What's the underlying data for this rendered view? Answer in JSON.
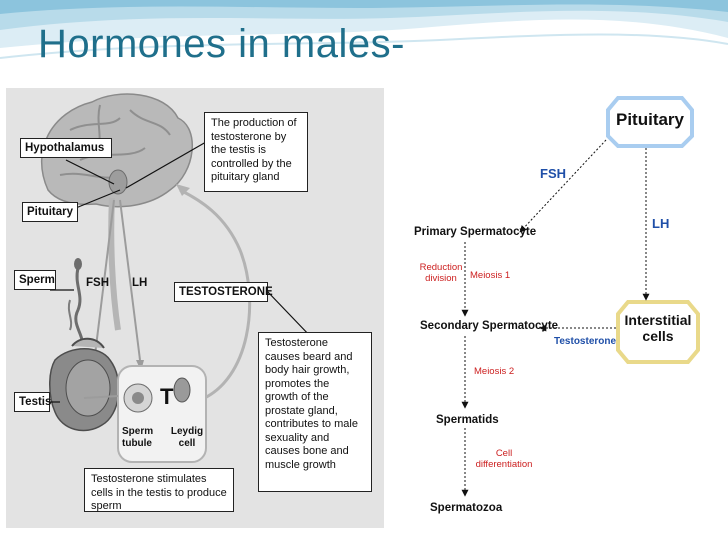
{
  "title": "Hormones in males-",
  "left_diagram": {
    "labels": {
      "hypothalamus": "Hypothalamus",
      "pituitary": "Pituitary",
      "sperm": "Sperm",
      "testis": "Testis",
      "fsh": "FSH",
      "lh": "LH",
      "testosterone": "TESTOSTERONE",
      "t_symbol": "T",
      "sperm_tubule": "Sperm tubule",
      "leydig_cell": "Leydig cell"
    },
    "notes": {
      "pituitary_control": "The production of testosterone by the testis is controlled by the pituitary gland",
      "testosterone_effects": "Testosterone causes beard and body hair growth, promotes the growth of the prostate gland, contributes to male sexuality and causes bone and muscle growth",
      "stimulates": "Testosterone stimulates cells in the testis to produce sperm"
    }
  },
  "right_diagram": {
    "pituitary": "Pituitary",
    "fsh": "FSH",
    "lh": "LH",
    "primary": "Primary Spermatocyte",
    "reduction": "Reduction division",
    "meiosis1": "Meiosis 1",
    "secondary": "Secondary Spermatocyte",
    "testosterone": "Testosterone",
    "interstitial": "Interstitial cells",
    "meiosis2": "Meiosis 2",
    "spermatids": "Spermatids",
    "cell_diff": "Cell differentiation",
    "spermatozoa": "Spermatozoa"
  },
  "colors": {
    "title": "#1f6f8b",
    "banner_light": "#cfe6f0",
    "banner_dark": "#6fb3d2",
    "panel_bg": "#e3e3e3",
    "pituitary_border": "#a9cdf0",
    "interstitial_border": "#e9d98a",
    "hormone_blue": "#1f4fa8",
    "stage_red": "#cc1f1f"
  }
}
